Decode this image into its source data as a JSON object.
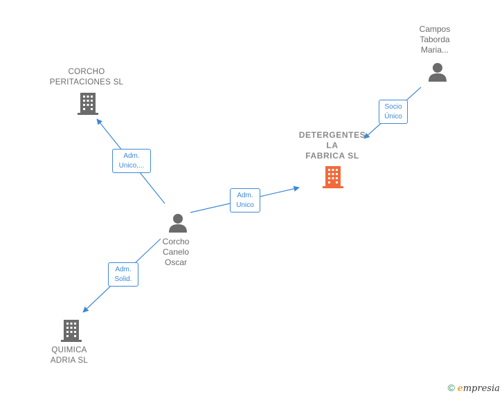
{
  "nodes": {
    "main": {
      "label": "DETERGENTES\nLA\nFABRICA  SL",
      "icon": "building-icon",
      "color": "#f26a3c"
    },
    "corcho_peritaciones": {
      "label": "CORCHO\nPERITACIONES SL",
      "icon": "building-icon",
      "color": "#6b6b6b"
    },
    "quimica_adria": {
      "label": "QUIMICA\nADRIA  SL",
      "icon": "building-icon",
      "color": "#6b6b6b"
    },
    "corcho_canelo": {
      "label": "Corcho\nCanelo\nOscar",
      "icon": "person-icon",
      "color": "#6b6b6b"
    },
    "campos_taborda": {
      "label": "Campos\nTaborda\nMaria...",
      "icon": "person-icon",
      "color": "#6b6b6b"
    }
  },
  "edges": {
    "to_peritaciones": "Adm.\nUnico,...",
    "to_main": "Adm.\nUnico",
    "to_quimica": "Adm.\nSolid.",
    "campos_to_main": "Socio\nÚnico"
  },
  "footer": {
    "copyright": "©",
    "brand_first": "e",
    "brand_rest": "mpresia"
  },
  "colors": {
    "edge": "#3c88d6",
    "main_company": "#f26a3c",
    "node": "#6b6b6b"
  }
}
